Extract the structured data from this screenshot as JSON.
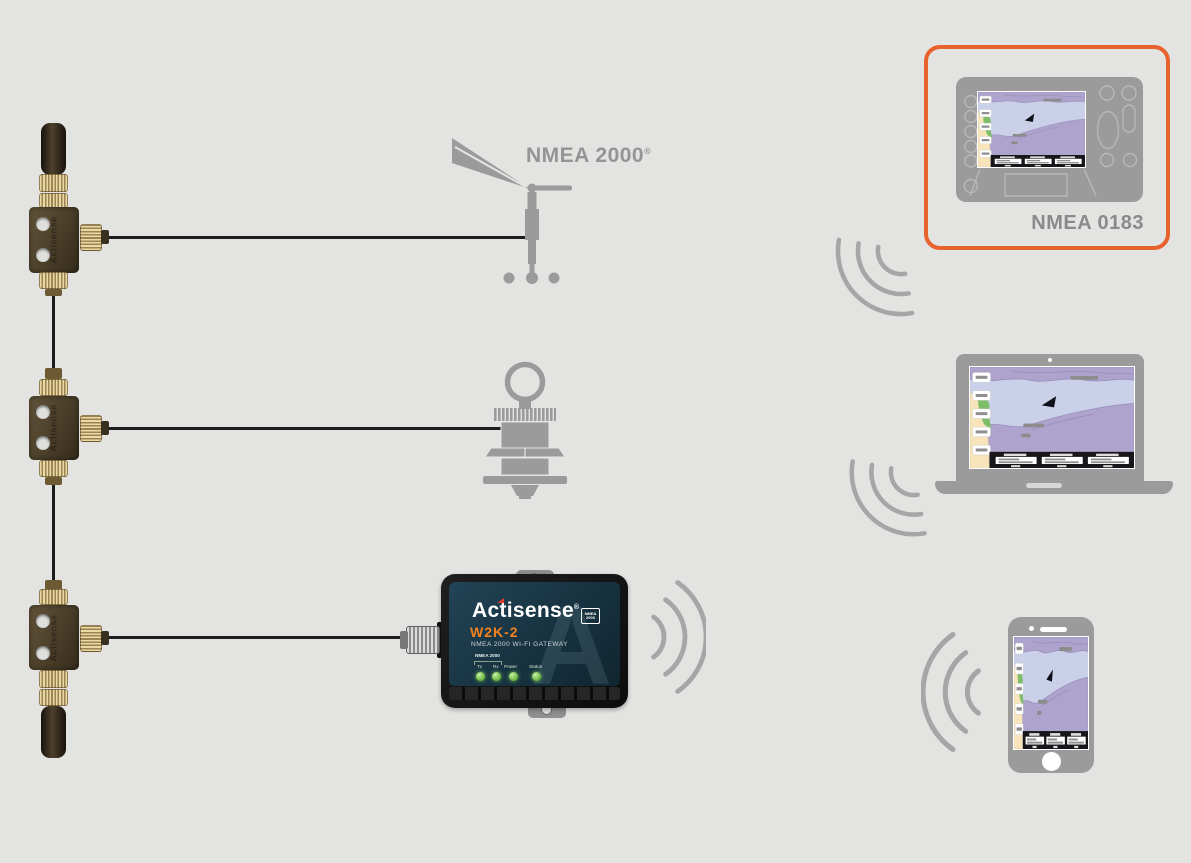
{
  "labels": {
    "nmea2000": "NMEA 2000",
    "registered": "®",
    "nmea0183": "NMEA 0183"
  },
  "connectors": {
    "brand": "Actisense"
  },
  "gateway": {
    "brand": "Actisense",
    "registered": "®",
    "model": "W2K-2",
    "subtitle": "NMEA 2000 WI-FI GATEWAY",
    "badge": "NMEA 2000",
    "watermark": "A",
    "leds": {
      "group_label": "NMEA 2000",
      "labels": [
        "Tx",
        "Rx",
        "Power",
        "Status"
      ]
    }
  },
  "colors": {
    "background": "#e3e3e1",
    "highlight_frame": "#e8622d",
    "accent_orange": "#f5821f",
    "led_green": "#7ed957",
    "wifi_gray": "#a6a6a6",
    "device_gray": "#9b9b9b",
    "cable_black": "#1c1c1c",
    "gateway_face": "#1b3849"
  }
}
